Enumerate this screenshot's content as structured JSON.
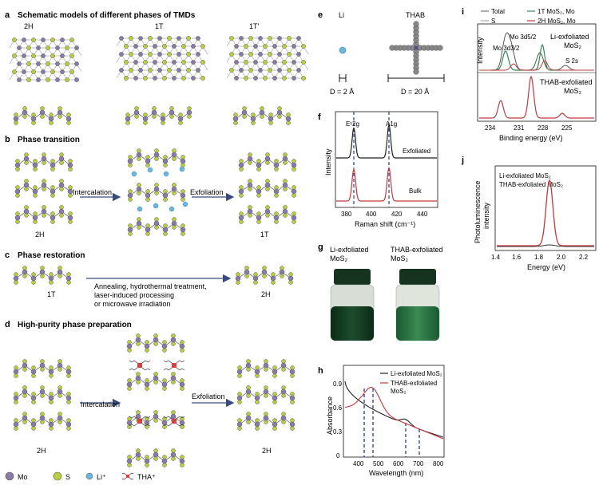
{
  "panels": {
    "a": {
      "letter": "a",
      "title": "Schematic models of different phases of TMDs",
      "labels": [
        "2H",
        "1T",
        "1T'"
      ]
    },
    "b": {
      "letter": "b",
      "title": "Phase transition",
      "arrow1": "Intercalation",
      "arrow2": "Exfoliation",
      "label_left": "2H",
      "label_right": "1T"
    },
    "c": {
      "letter": "c",
      "title": "Phase restoration",
      "label_left": "1T",
      "label_right": "2H",
      "methods": [
        "Annealing, hydrothermal treatment,",
        "laser-induced processing",
        "or microwave irradiation"
      ]
    },
    "d": {
      "letter": "d",
      "title": "High-purity phase preparation",
      "arrow1": "Intercalation",
      "arrow2": "Exfoliation",
      "label_left": "2H",
      "label_right": "2H"
    },
    "e": {
      "letter": "e",
      "li_label": "Li",
      "thab_label": "THAB",
      "li_size": "D = 2 Å",
      "thab_size": "D = 20 Å"
    },
    "f": {
      "letter": "f",
      "ylabel": "Intensity",
      "xlabel": "Raman shift (cm⁻¹)",
      "peak1": "E¹2g",
      "peak2": "A1g",
      "curve_top": "Exfoliated",
      "curve_bottom": "Bulk",
      "ticks": [
        "380",
        "400",
        "420",
        "440"
      ]
    },
    "g": {
      "letter": "g",
      "left_label": [
        "Li-exfoliated",
        "MoS₂"
      ],
      "right_label": [
        "THAB-exfoliated",
        "MoS₂"
      ]
    },
    "h": {
      "letter": "h",
      "ylabel": "Absorbance",
      "xlabel": "Wavelength (nm)",
      "yticks": [
        "0",
        "0.3",
        "0.6",
        "0.9"
      ],
      "xticks": [
        "400",
        "500",
        "600",
        "700",
        "800"
      ],
      "legend": [
        "Li-exfoliated MoS₂",
        "THAB-exfoliated",
        "MoS₂"
      ]
    },
    "i": {
      "letter": "i",
      "ylabel": "Intensity",
      "xlabel": "Binding energy (eV)",
      "xticks": [
        "234",
        "231",
        "228",
        "225"
      ],
      "legend": [
        "Total",
        "S",
        "1T MoS₂, Mo",
        "2H MoS₂, Mo"
      ],
      "annot": [
        "Mo 3d5/2",
        "Mo 3d3/2",
        "S 2s"
      ],
      "top_label": [
        "Li-exfoliated",
        "MoS₂"
      ],
      "bottom_label": [
        "THAB-exfoliated",
        "MoS₂"
      ]
    },
    "j": {
      "letter": "j",
      "ylabel": [
        "Photoluminescence",
        "intensity"
      ],
      "xlabel": "Energy (eV)",
      "xticks": [
        "1.4",
        "1.6",
        "1.8",
        "2.0",
        "2.2"
      ],
      "legend": [
        "Li-exfoliated MoS₂",
        "THAB-exfoliated MoS₂"
      ]
    }
  },
  "legend": {
    "mo": "Mo",
    "s": "S",
    "li": "Li⁺",
    "tha": "THA⁺"
  },
  "colors": {
    "mo": "#8a7aa6",
    "s": "#b9cf3c",
    "li": "#6ab6e0",
    "tha": "#d8403e",
    "navy": "#1f2e6e",
    "red_curve": "#c0393f"
  }
}
